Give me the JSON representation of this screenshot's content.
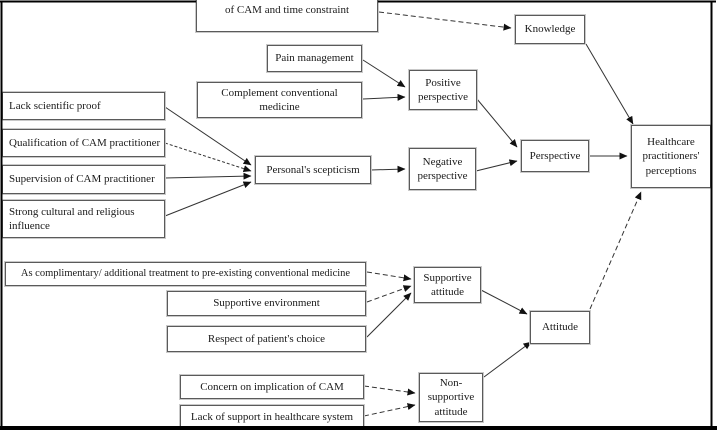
{
  "diagram": {
    "description": "Concept map of factors shaping healthcare practitioners' perceptions of CAM",
    "nodes": {
      "top_box": "of CAM and time constraint",
      "knowledge": "Knowledge",
      "pain": "Pain management",
      "complement": "Complement conventional medicine",
      "positive": "Positive perspective",
      "lack_proof": "Lack scientific proof",
      "qualification": "Qualification of CAM practitioner",
      "supervision": "Supervision of CAM practitioner",
      "cultural": "Strong cultural and religious influence",
      "scepticism": "Personal's scepticism",
      "negative": "Negative perspective",
      "perspective": "Perspective",
      "healthcare": "Healthcare practitioners' perceptions",
      "complimentary": "As complimentary/ additional treatment to pre-existing conventional medicine",
      "supportive_env": "Supportive environment",
      "respect": "Respect of patient's choice",
      "supportive_attitude": "Supportive attitude",
      "attitude": "Attitude",
      "non_supportive": "Non-supportive attitude",
      "concern": "Concern on implication of CAM",
      "lack_support": "Lack of support in healthcare system"
    },
    "edges": [
      {
        "from": "top_box",
        "to": "knowledge",
        "style": "dashed"
      },
      {
        "from": "knowledge",
        "to": "healthcare",
        "style": "solid"
      },
      {
        "from": "pain",
        "to": "positive",
        "style": "solid"
      },
      {
        "from": "complement",
        "to": "positive",
        "style": "solid"
      },
      {
        "from": "lack_proof",
        "to": "scepticism",
        "style": "solid"
      },
      {
        "from": "qualification",
        "to": "scepticism",
        "style": "dashed"
      },
      {
        "from": "supervision",
        "to": "scepticism",
        "style": "solid"
      },
      {
        "from": "cultural",
        "to": "scepticism",
        "style": "solid"
      },
      {
        "from": "scepticism",
        "to": "negative",
        "style": "solid"
      },
      {
        "from": "positive",
        "to": "perspective",
        "style": "solid"
      },
      {
        "from": "negative",
        "to": "perspective",
        "style": "solid"
      },
      {
        "from": "perspective",
        "to": "healthcare",
        "style": "solid"
      },
      {
        "from": "complimentary",
        "to": "supportive_attitude",
        "style": "dashed"
      },
      {
        "from": "supportive_env",
        "to": "supportive_attitude",
        "style": "dashed"
      },
      {
        "from": "respect",
        "to": "supportive_attitude",
        "style": "solid"
      },
      {
        "from": "supportive_attitude",
        "to": "attitude",
        "style": "solid"
      },
      {
        "from": "non_supportive",
        "to": "attitude",
        "style": "solid"
      },
      {
        "from": "attitude",
        "to": "healthcare",
        "style": "dashed"
      },
      {
        "from": "concern",
        "to": "non_supportive",
        "style": "dashed"
      },
      {
        "from": "lack_support",
        "to": "non_supportive",
        "style": "dashed"
      }
    ],
    "colors": {
      "line": "#333333",
      "border": "#5a5a5a",
      "text": "#1a1a1a",
      "background": "#ffffff"
    }
  }
}
